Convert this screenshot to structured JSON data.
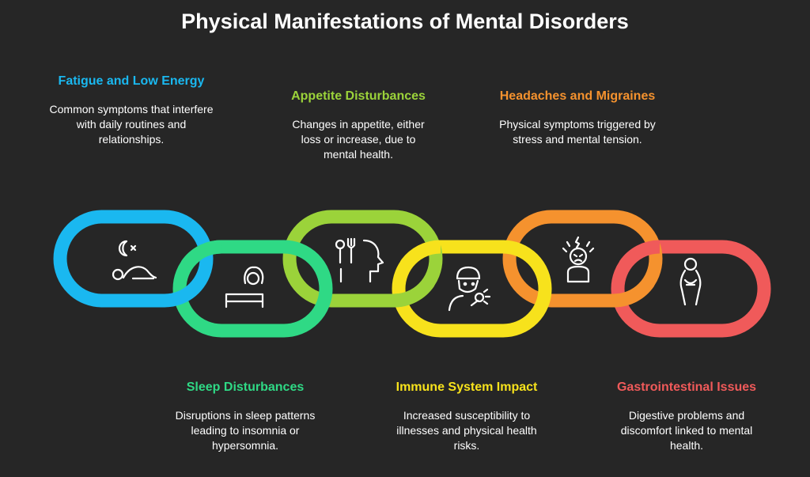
{
  "title": "Physical Manifestations of Mental Disorders",
  "colors": {
    "background": "#262626",
    "fatigue": "#1AB8F0",
    "sleep": "#2FD985",
    "appetite": "#9BD33A",
    "immune": "#F7E21C",
    "headaches": "#F5922E",
    "gastro": "#F05A5A"
  },
  "items": [
    {
      "title": "Fatigue and Low Energy",
      "desc": "Common symptoms that interfere with daily routines and relationships.",
      "icon": "sleeping-person-icon"
    },
    {
      "title": "Sleep Disturbances",
      "desc": "Disruptions in sleep patterns leading to insomnia or hypersomnia.",
      "icon": "person-in-bed-icon"
    },
    {
      "title": "Appetite Disturbances",
      "desc": "Changes in appetite, either loss or increase, due to mental health.",
      "icon": "fork-and-head-icon"
    },
    {
      "title": "Immune System Impact",
      "desc": "Increased susceptibility to illnesses and physical health risks.",
      "icon": "sick-person-icon"
    },
    {
      "title": "Headaches and Migraines",
      "desc": "Physical symptoms triggered by stress and mental tension.",
      "icon": "headache-icon"
    },
    {
      "title": "Gastrointestinal Issues",
      "desc": "Digestive problems and discomfort linked to mental health.",
      "icon": "stomach-ache-icon"
    }
  ]
}
